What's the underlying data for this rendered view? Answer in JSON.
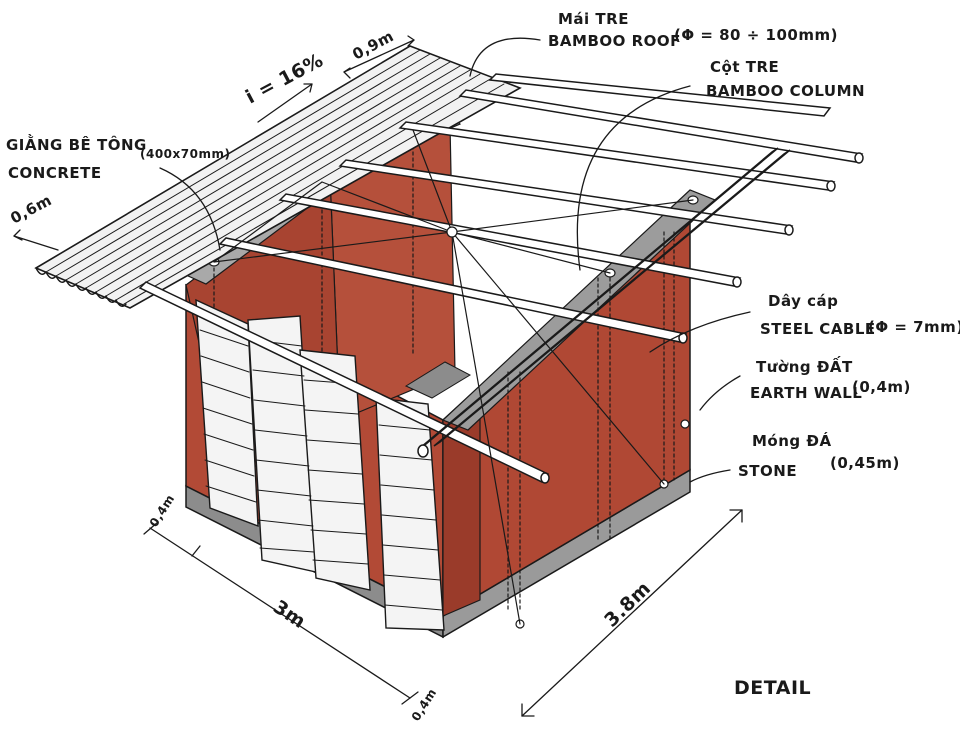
{
  "colors": {
    "earth": "#b24a36",
    "earth_dark": "#9a3b2a",
    "stone": "#8c8c8c",
    "stone_light": "#a9a9a9",
    "ink": "#1a1a1a",
    "panel": "#f4f4f4",
    "roof": "#f2f2f2"
  },
  "labels": {
    "roof_vn": "Mái TRE",
    "roof_en": "BAMBOO ROOF",
    "pipe_dia": "(Φ = 80 ÷ 100mm)",
    "column_vn": "Cột TRE",
    "column_en": "BAMBOO COLUMN",
    "beam_vn": "GIẰNG BÊ TÔNG",
    "beam_en": "CONCRETE",
    "beam_size": "(400x70mm)",
    "slope": "i = 16%",
    "roof_width": "0,9m",
    "overhang": "0,6m",
    "cable_vn": "Dây cáp",
    "cable_en": "STEEL CABLE",
    "cable_dia": "(Φ = 7mm)",
    "wall_vn": "Tường ĐẤT",
    "wall_en": "EARTH WALL",
    "wall_thk": "(0,4m)",
    "found_vn": "Móng ĐÁ",
    "found_en": "STONE",
    "found_thk": "(0,45m)",
    "dim_left_a": "0,4m",
    "dim_width": "3m",
    "dim_left_b": "0,4m",
    "dim_depth": "3.8m",
    "detail": "DETAIL"
  }
}
